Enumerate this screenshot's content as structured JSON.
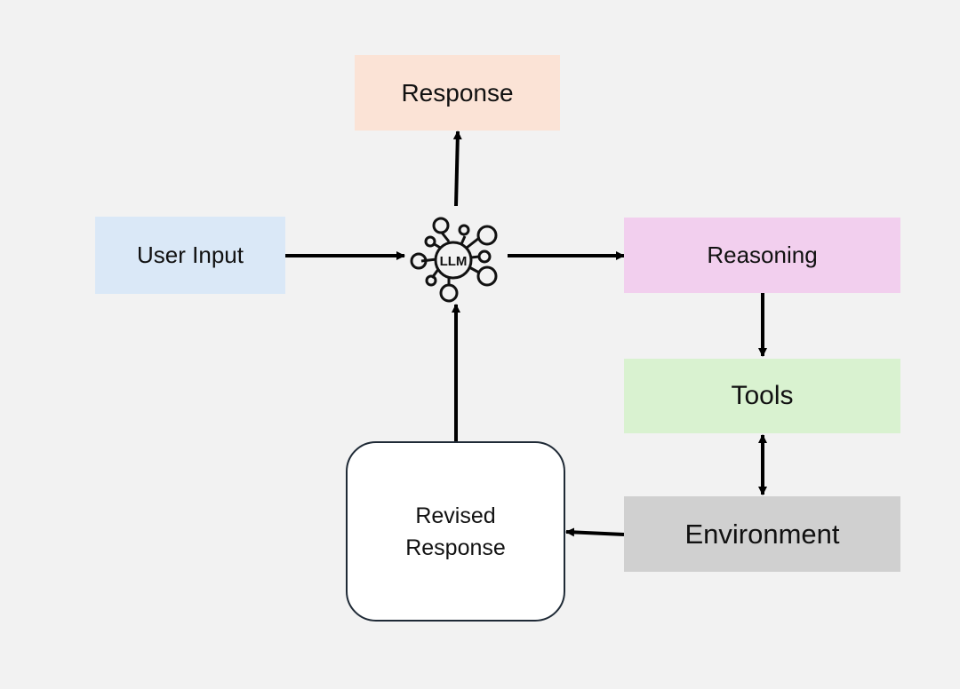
{
  "nodes": {
    "response": {
      "label": "Response",
      "color": "#fbe3d6"
    },
    "user_input": {
      "label": "User Input",
      "color": "#dae8f7"
    },
    "reasoning": {
      "label": "Reasoning",
      "color": "#f2cfee"
    },
    "tools": {
      "label": "Tools",
      "color": "#d9f2d0"
    },
    "environment": {
      "label": "Environment",
      "color": "#d0d0d0"
    },
    "revised_response": {
      "line1": "Revised",
      "line2": "Response",
      "color": "#ffffff"
    },
    "llm": {
      "label": "LLM"
    }
  },
  "edges": [
    {
      "from": "llm",
      "to": "response"
    },
    {
      "from": "user_input",
      "to": "llm"
    },
    {
      "from": "llm",
      "to": "reasoning"
    },
    {
      "from": "reasoning",
      "to": "tools"
    },
    {
      "from": "tools",
      "to": "environment",
      "bidirectional": true
    },
    {
      "from": "environment",
      "to": "revised_response"
    },
    {
      "from": "revised_response",
      "to": "llm"
    }
  ]
}
